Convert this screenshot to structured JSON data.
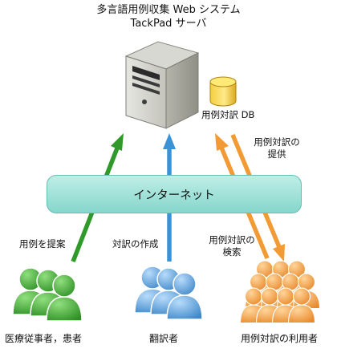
{
  "system": {
    "title_line1": "多言語用例収集 Web システム",
    "title_line2": "TackPad サーバ"
  },
  "db": {
    "label": "用例対訳 DB"
  },
  "network": {
    "label": "インターネット"
  },
  "flows": {
    "provide_examples": "用例を提案",
    "create_translation": "対訳の作成",
    "search_line1": "用例対訳の",
    "search_line2": "検索",
    "supply_line1": "用例対訳の",
    "supply_line2": "提供"
  },
  "actors": {
    "medical": "医療従事者，患者",
    "translator": "翻訳者",
    "user": "用例対訳の利用者"
  },
  "colors": {
    "medical": "#2f9a2a",
    "translator": "#3b93d6",
    "user": "#f29a33",
    "network": "#a8e4db"
  }
}
